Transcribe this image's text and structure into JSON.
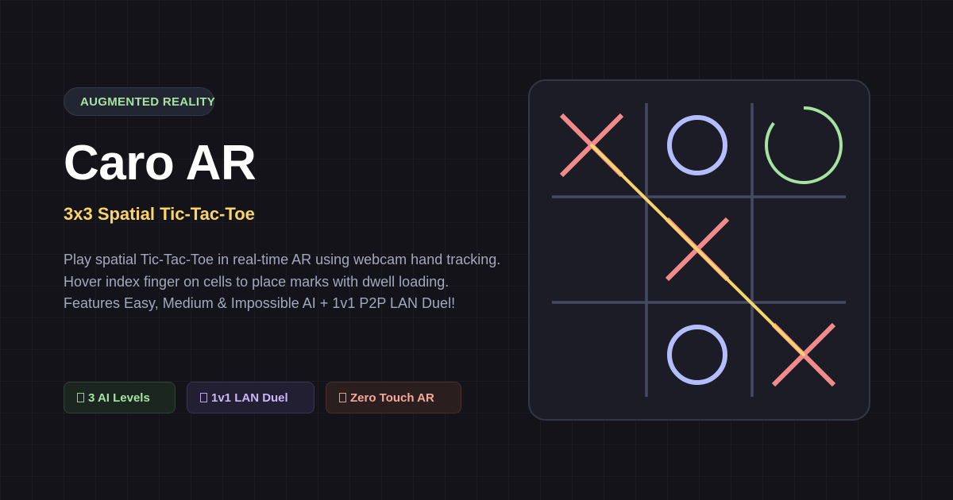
{
  "hero": {
    "badge": "AUGMENTED REALITY",
    "title": "Caro AR",
    "subtitle": "3x3 Spatial Tic-Tac-Toe",
    "description": [
      "Play spatial Tic-Tac-Toe in real-time AR using webcam hand tracking.",
      "Hover index finger on cells to place marks with dwell loading.",
      "Features Easy, Medium & Impossible AI + 1v1 P2P LAN Duel!"
    ]
  },
  "features": [
    {
      "icon": "unrendered-glyph-icon",
      "label": "3 AI Levels",
      "color": "#a6e3a1"
    },
    {
      "icon": "unrendered-glyph-icon",
      "label": "1v1 LAN Duel",
      "color": "#cbb6f7"
    },
    {
      "icon": "unrendered-glyph-icon",
      "label": "Zero Touch AR",
      "color": "#f5a99b"
    }
  ],
  "board": {
    "cells": [
      [
        "X",
        "O",
        "O-loading"
      ],
      [
        "",
        "X",
        ""
      ],
      [
        "",
        "O",
        "X"
      ]
    ],
    "dwell_progress": 0.85,
    "winning_line": "diagonal-top-left-to-bottom-right",
    "colors": {
      "x": "#f38b8b",
      "o": "#b4befe",
      "loading": "#a6e3a1",
      "win_line": "#f9d46a",
      "grid": "#454a63"
    }
  },
  "colors": {
    "background": "#131319",
    "accent_yellow": "#f9d46a",
    "accent_green": "#a6e3a1"
  }
}
